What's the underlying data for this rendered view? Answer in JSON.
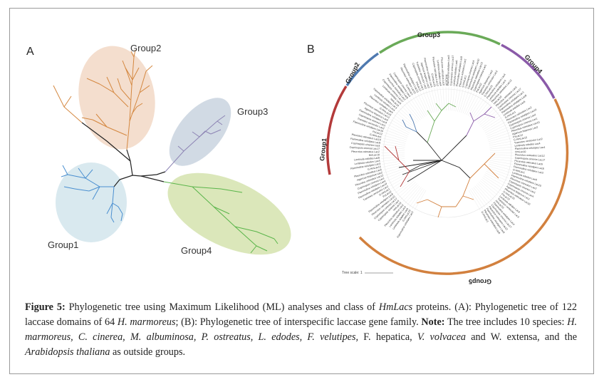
{
  "panel_a": {
    "label": "A",
    "groups": [
      "Group2",
      "Group3",
      "Group1",
      "Group4"
    ]
  },
  "panel_b": {
    "label": "B",
    "groups": [
      "Group3",
      "Group2",
      "Group4",
      "Group1",
      "Group5"
    ],
    "scale_label": "Tree scale: 1",
    "leaf_labels_right": [
      "Flammulina velutipes Lac3",
      "Pleurotus ostreatus Lac5",
      "Lentinula edodes Lac6",
      "Flammulina velutipes Lac7",
      "Pleurotus ostreatus Lac2",
      "Lentinula edodes Lac1",
      "Coprinopsis cinerea Lac4",
      "Flammulina velutipes Lac9",
      "Pleurotus ostreatus Lac10",
      "PoLac5",
      "PoLac12",
      "PoLac13",
      "Trametes versicolor Lac2",
      "Lentinula edodes Lac2",
      "Flammulina velutipes Lac4",
      "Lentinula edodes Lac5",
      "Pleurotus ostreatus Lac12",
      "Flammulina velutipes Lac1",
      "Pleurotus ostreatus Lac6",
      "Coprinopsis cinerea Lac5"
    ],
    "leaf_labels_left": [
      "G.HmLac16",
      "G.HmLac15",
      "Termitomyces sp Lac3",
      "Lentinula edodes Lac4",
      "Lentinula edodes Lac5",
      "HmLac10",
      "G.HmLac13",
      "Coprinopsis cinerea Lac17",
      "Coprinopsis cinerea Lac16",
      "Flammulina velutipes Lac8",
      "PoLac8",
      "G.HmLac1",
      "Lentinula edodes Lac3",
      "Flammulina velutipes Lac10",
      "Pleurotus ostreatus Lac1",
      "Coprinopsis cinerea Lac1",
      "G.HmLac9",
      "Agaricus bisporus Lac2"
    ]
  },
  "caption": {
    "lead": "Figure 5:",
    "text_1": " Phylogenetic tree using Maximum Likelihood (ML) analyses and class of ",
    "italic_1": "HmLacs",
    "text_2": " proteins. (A): Phylogenetic tree of 122 laccase domains of 64 ",
    "italic_2": "H. marmoreus",
    "text_3": "; (B): Phylogenetic tree of interspecific laccase gene family. ",
    "note": "Note:",
    "text_4": " The tree includes 10 species: ",
    "italic_3": "H. marmoreus, C. cinerea, M. albuminosa, P. ostreatus, L. edodes, F. velutipes,",
    "text_5": " F. hepatica, ",
    "italic_4": "V. volvacea",
    "text_6": " and W. extensa, and the ",
    "italic_5": "Arabidopsis thaliana",
    "text_7": " as outside groups."
  }
}
